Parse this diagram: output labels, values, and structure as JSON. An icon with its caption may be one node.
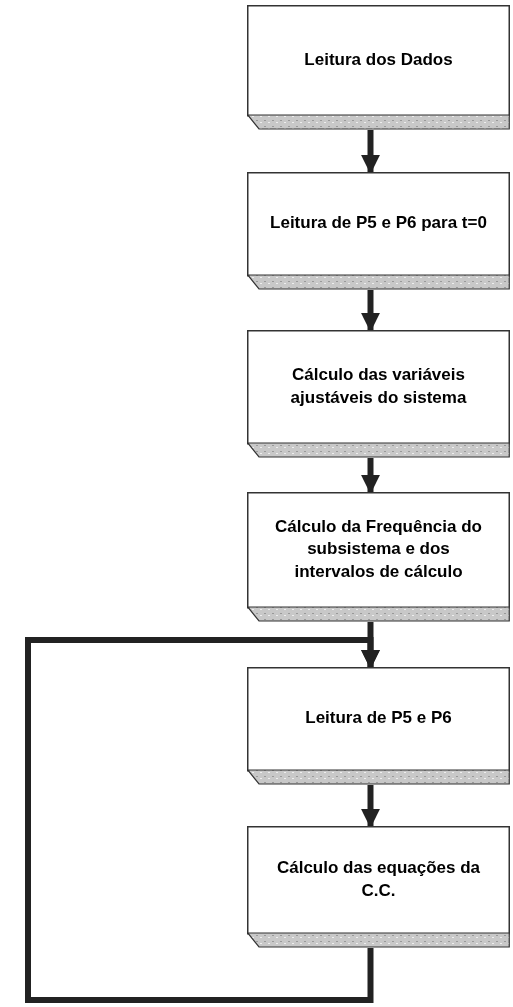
{
  "diagram": {
    "nodes": [
      {
        "text": [
          "Leitura dos Dados"
        ]
      },
      {
        "text": [
          "Leitura de P5 e P6 para t=0"
        ]
      },
      {
        "text": [
          "Cálculo das variáveis ajustáveis do sistema"
        ]
      },
      {
        "text": [
          "Cálculo da Frequência do subsistema e dos intervalos de cálculo"
        ]
      },
      {
        "text": [
          "Leitura de P5 e P6"
        ]
      },
      {
        "text": [
          "Cálculo das equações da C.C."
        ]
      }
    ],
    "edges": [
      {
        "from": 0,
        "to": 1,
        "arrow": "to"
      },
      {
        "from": 1,
        "to": 2,
        "arrow": "to"
      },
      {
        "from": 2,
        "to": 3,
        "arrow": "to"
      },
      {
        "from": 3,
        "to": 4,
        "arrow": "to"
      },
      {
        "from": 4,
        "to": 5,
        "arrow": "to"
      },
      {
        "from": 5,
        "to": 4,
        "arrow": "to"
      }
    ]
  }
}
